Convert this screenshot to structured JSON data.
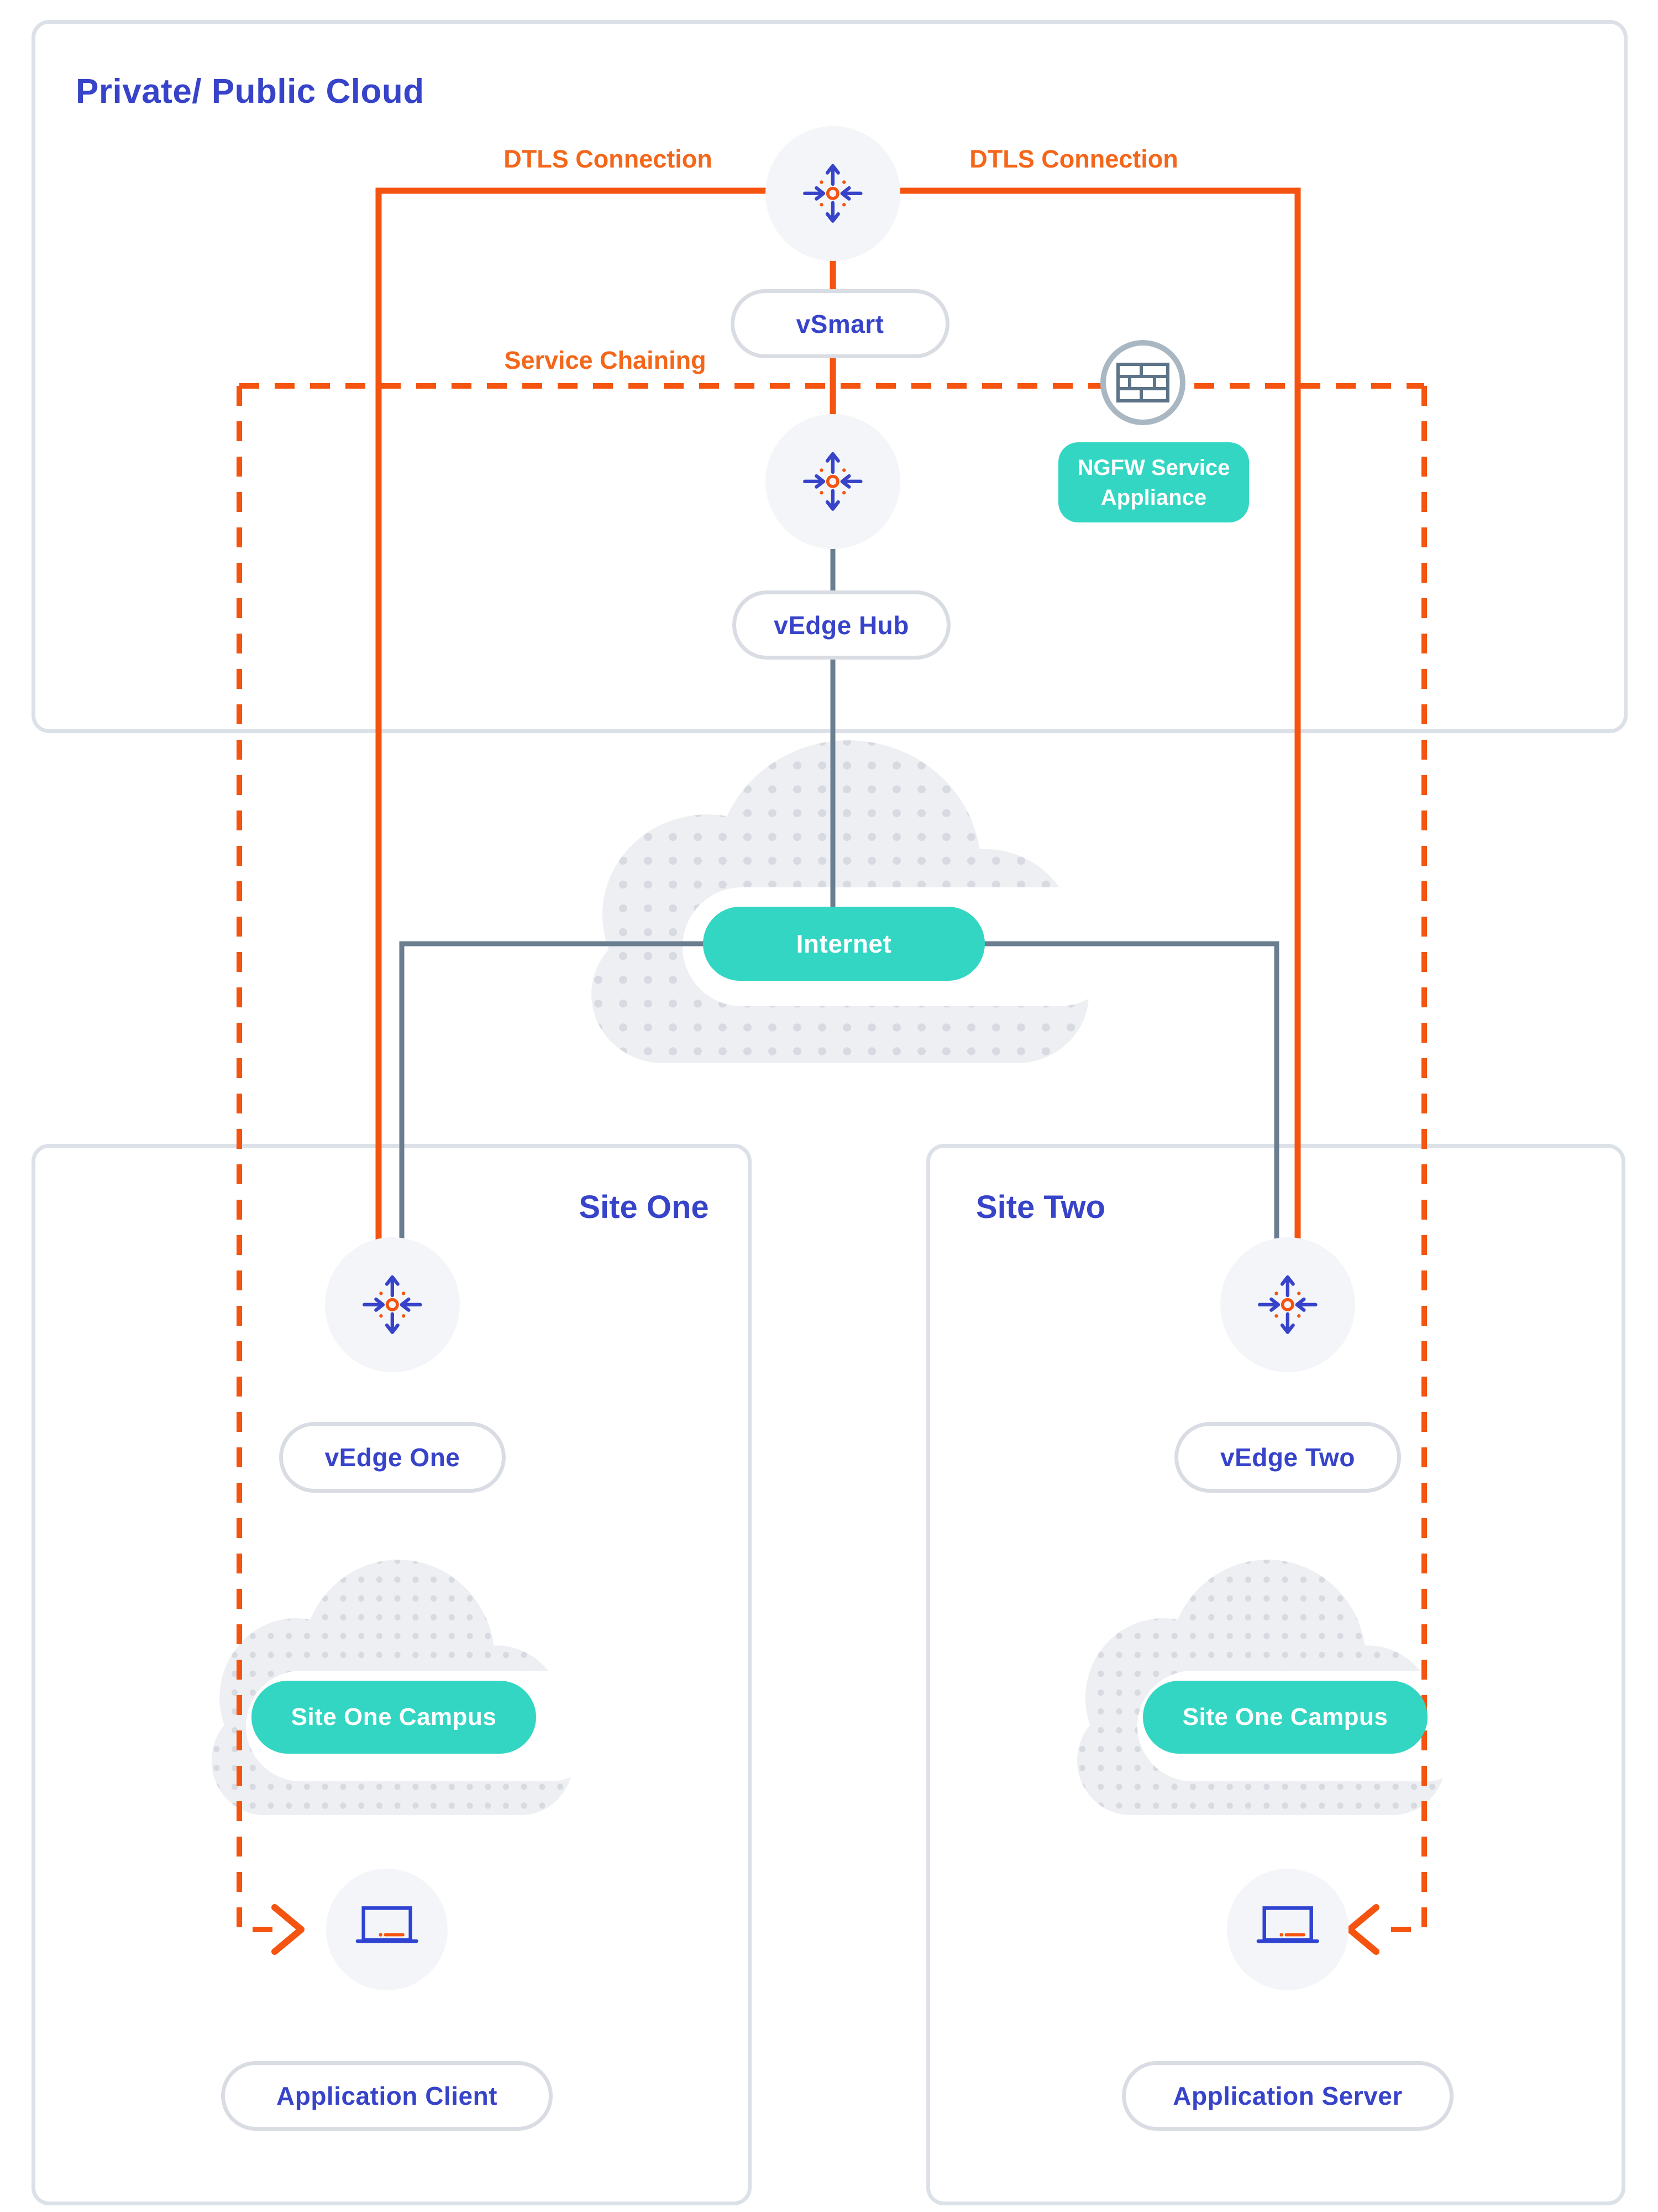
{
  "title": "Private/ Public Cloud",
  "connections": {
    "dtls_left": "DTLS Connection",
    "dtls_right": "DTLS Connection",
    "service_chaining": "Service Chaining"
  },
  "sites": {
    "one": "Site One",
    "two": "Site Two"
  },
  "nodes": {
    "vsmart": "vSmart",
    "vedge_hub": "vEdge Hub",
    "internet": "Internet",
    "ngfw_line1": "NGFW Service",
    "ngfw_line2": "Appliance",
    "vedge_one": "vEdge One",
    "vedge_two": "vEdge Two",
    "site_one_campus": "Site One Campus",
    "site_two_campus": "Site One Campus",
    "application_client": "Application Client",
    "application_server": "Application Server"
  },
  "icons": {
    "router": "router-icon",
    "firewall": "firewall-icon",
    "laptop": "laptop-icon",
    "cloud": "cloud-shape"
  },
  "colors": {
    "blue_text": "#3743c8",
    "orange_line": "#f4540f",
    "orange_label": "#f4661a",
    "teal": "#33d6c2",
    "slate_line": "#6a7e90",
    "pill_border": "#d9dde3",
    "box_border": "#dce1e8",
    "icon_circle_fill": "#f3f5f8",
    "cloud_fill": "#edeff3",
    "cloud_dot": "#d7dae0",
    "firewall_ring": "#a9b7c3",
    "firewall_brick": "#5d7488"
  }
}
